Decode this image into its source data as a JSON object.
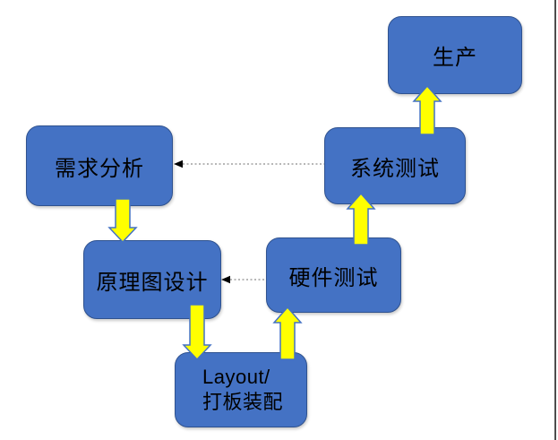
{
  "diagram": {
    "type": "flowchart",
    "background": "#ffffff",
    "nodes": [
      {
        "id": "requirements",
        "label": "需求分析"
      },
      {
        "id": "schematic-design",
        "label": "原理图设计"
      },
      {
        "id": "layout-assembly",
        "label_lines": [
          "Layout/",
          "打板装配"
        ]
      },
      {
        "id": "hardware-test",
        "label": "硬件测试"
      },
      {
        "id": "system-test",
        "label": "系统测试"
      },
      {
        "id": "production",
        "label": "生产"
      }
    ],
    "edges": [
      {
        "from": "需求分析",
        "to": "原理图设计",
        "style": "yellow-block-arrow",
        "direction": "down"
      },
      {
        "from": "原理图设计",
        "to": "Layout/打板装配",
        "style": "yellow-block-arrow",
        "direction": "down"
      },
      {
        "from": "Layout/打板装配",
        "to": "硬件测试",
        "style": "yellow-block-arrow",
        "direction": "up"
      },
      {
        "from": "硬件测试",
        "to": "系统测试",
        "style": "yellow-block-arrow",
        "direction": "up"
      },
      {
        "from": "系统测试",
        "to": "生产",
        "style": "yellow-block-arrow",
        "direction": "up"
      },
      {
        "from": "系统测试",
        "to": "需求分析",
        "style": "dotted-feedback-arrow",
        "direction": "left"
      },
      {
        "from": "硬件测试",
        "to": "原理图设计",
        "style": "dotted-feedback-arrow",
        "direction": "left"
      }
    ],
    "colors": {
      "node_fill": "#4472C4",
      "node_border": "#2F528F",
      "node_text": "#000000",
      "block_arrow_fill": "#FFFF00",
      "block_arrow_border": "#4472C4",
      "feedback_line": "#8C8C8C",
      "feedback_arrowhead": "#000000",
      "page_edge_line": "#4D4D4D"
    }
  }
}
